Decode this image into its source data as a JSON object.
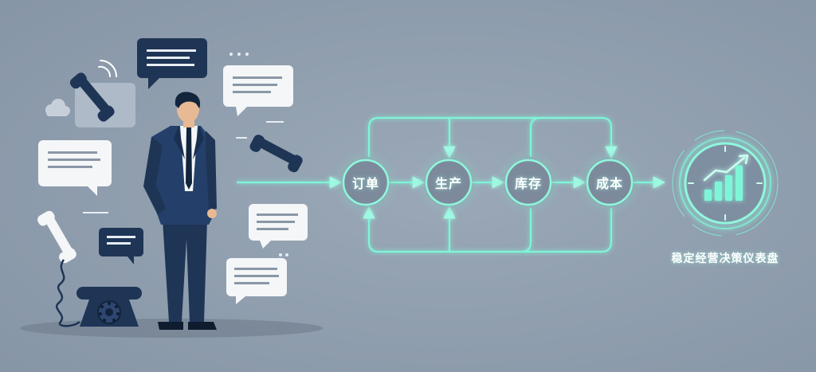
{
  "nodes": [
    {
      "label": "订单"
    },
    {
      "label": "生产"
    },
    {
      "label": "库存"
    },
    {
      "label": "成本"
    }
  ],
  "dashboard": {
    "label": "稳定经营决策仪表盘",
    "icon": "bar-chart-trend-icon"
  },
  "colors": {
    "background": "#8e9cac",
    "accent": "#7ff5d8",
    "navy": "#1f3556",
    "bubble": "#f4f6f8"
  },
  "icons": [
    "phone-handset-icon",
    "rotary-telephone-icon",
    "chat-bubble-icon",
    "cloud-icon",
    "businessman-figure"
  ]
}
